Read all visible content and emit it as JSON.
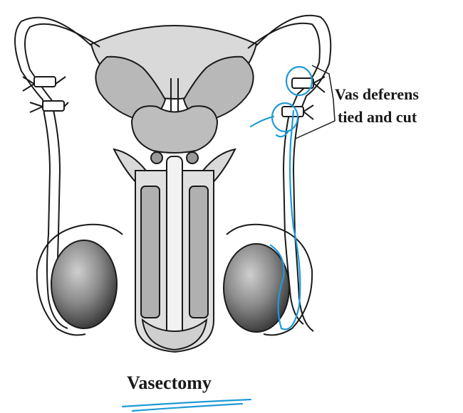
{
  "labels": {
    "vas_deferens_line1": "Vas deferens",
    "vas_deferens_line2": "tied and cut"
  },
  "caption": "Vasectomy",
  "colors": {
    "ink": "#1a1a1a",
    "shade_light": "#d9d9d9",
    "shade_mid": "#b8b8b8",
    "shade_dark": "#7a7a7a",
    "annotation_blue": "#1f9ad6"
  }
}
